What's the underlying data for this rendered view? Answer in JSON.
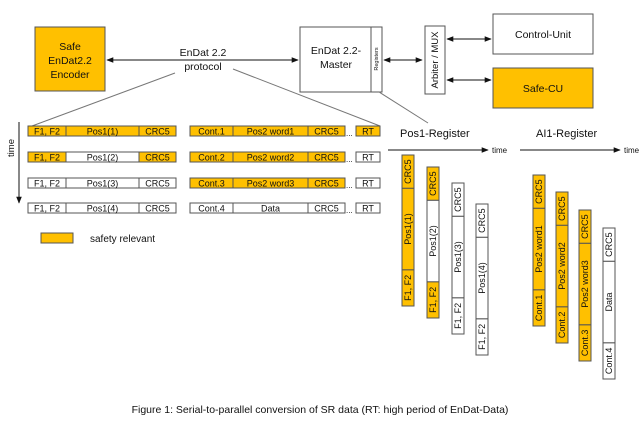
{
  "colors": {
    "safety": "#FFC000",
    "plain": "#FFFFFF",
    "stroke": "#555555",
    "line": "#777777"
  },
  "blocks": {
    "encoder": {
      "lines": [
        "Safe",
        "EnDat2.2",
        "Encoder"
      ],
      "safety": true
    },
    "master": {
      "lines": [
        "EnDat 2.2-",
        "Master"
      ],
      "registers_label": "Registers"
    },
    "mux": {
      "label": "Arbiter / MUX"
    },
    "control_unit": {
      "label": "Control-Unit"
    },
    "safe_cu": {
      "label": "Safe-CU",
      "safety": true
    }
  },
  "protocol_label": [
    "EnDat 2.2",
    "protocol"
  ],
  "time_label": "time",
  "legend": {
    "label": "safety relevant"
  },
  "serial_frames": [
    {
      "left": [
        {
          "text": "F1, F2",
          "s": true
        },
        {
          "text": "Pos1(1)",
          "s": true
        },
        {
          "text": "CRC5",
          "s": true
        }
      ],
      "right": [
        {
          "text": "Cont.1",
          "s": true
        },
        {
          "text": "Pos2 word1",
          "s": true
        },
        {
          "text": "CRC5",
          "s": true
        }
      ],
      "rt": {
        "text": "RT",
        "s": true
      }
    },
    {
      "left": [
        {
          "text": "F1, F2",
          "s": true
        },
        {
          "text": "Pos1(2)",
          "s": false
        },
        {
          "text": "CRC5",
          "s": true
        }
      ],
      "right": [
        {
          "text": "Cont.2",
          "s": true
        },
        {
          "text": "Pos2 word2",
          "s": true
        },
        {
          "text": "CRC5",
          "s": true
        }
      ],
      "rt": {
        "text": "RT",
        "s": false
      }
    },
    {
      "left": [
        {
          "text": "F1, F2",
          "s": false
        },
        {
          "text": "Pos1(3)",
          "s": false
        },
        {
          "text": "CRC5",
          "s": false
        }
      ],
      "right": [
        {
          "text": "Cont.3",
          "s": true
        },
        {
          "text": "Pos2 word3",
          "s": true
        },
        {
          "text": "CRC5",
          "s": true
        }
      ],
      "rt": {
        "text": "RT",
        "s": false
      }
    },
    {
      "left": [
        {
          "text": "F1, F2",
          "s": false
        },
        {
          "text": "Pos1(4)",
          "s": false
        },
        {
          "text": "CRC5",
          "s": false
        }
      ],
      "right": [
        {
          "text": "Cont.4",
          "s": false
        },
        {
          "text": "Data",
          "s": false
        },
        {
          "text": "CRC5",
          "s": false
        }
      ],
      "rt": {
        "text": "RT",
        "s": false
      }
    }
  ],
  "registers": [
    {
      "title": "Pos1-Register",
      "time_label": "time",
      "bars": [
        [
          {
            "text": "F1, F2",
            "s": true
          },
          {
            "text": "Pos1(1)",
            "s": true
          },
          {
            "text": "CRC5",
            "s": true
          }
        ],
        [
          {
            "text": "F1, F2",
            "s": true
          },
          {
            "text": "Pos1(2)",
            "s": false
          },
          {
            "text": "CRC5",
            "s": true
          }
        ],
        [
          {
            "text": "F1, F2",
            "s": false
          },
          {
            "text": "Pos1(3)",
            "s": false
          },
          {
            "text": "CRC5",
            "s": false
          }
        ],
        [
          {
            "text": "F1, F2",
            "s": false
          },
          {
            "text": "Pos1(4)",
            "s": false
          },
          {
            "text": "CRC5",
            "s": false
          }
        ]
      ]
    },
    {
      "title": "AI1-Register",
      "time_label": "time",
      "bars": [
        [
          {
            "text": "Cont.1",
            "s": true
          },
          {
            "text": "Pos2 word1",
            "s": true
          },
          {
            "text": "CRC5",
            "s": true
          }
        ],
        [
          {
            "text": "Cont.2",
            "s": true
          },
          {
            "text": "Pos2 word2",
            "s": true
          },
          {
            "text": "CRC5",
            "s": true
          }
        ],
        [
          {
            "text": "Cont.3",
            "s": true
          },
          {
            "text": "Pos2 word3",
            "s": true
          },
          {
            "text": "CRC5",
            "s": true
          }
        ],
        [
          {
            "text": "Cont.4",
            "s": false
          },
          {
            "text": "Data",
            "s": false
          },
          {
            "text": "CRC5",
            "s": false
          }
        ]
      ]
    }
  ],
  "caption": "Figure 1: Serial-to-parallel conversion of SR data (RT: high period of EnDat-Data)"
}
